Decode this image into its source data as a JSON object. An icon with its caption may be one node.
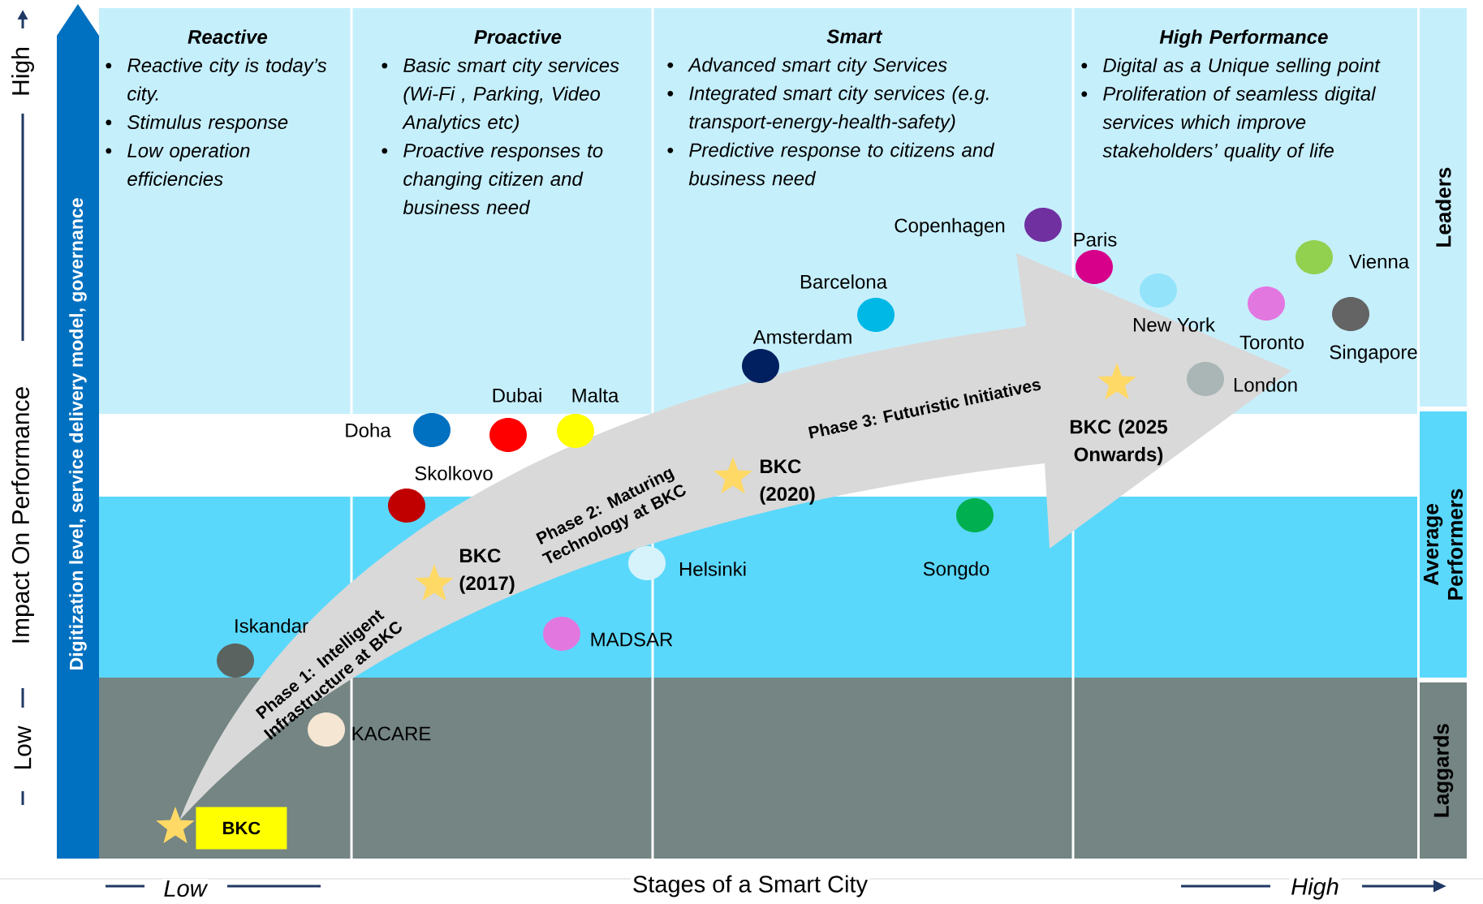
{
  "diagram": {
    "nodes": [
      {
        "text": [
          "Digitization level, service delivery model, governance"
        ]
      },
      {
        "text": [
          "Reactive",
          "Reactive city is today’s city.",
          "Stimulus response",
          "Low operation efficiencies"
        ]
      },
      {
        "text": [
          "Proactive",
          "Basic smart city services (Wi-Fi , Parking, Video Analytics etc)",
          "Proactive responses to changing citizen and business need"
        ]
      },
      {
        "text": [
          "Smart",
          "Advanced smart city Services",
          "Integrated smart city services (e.g. transport-energy-health-safety)",
          "Predictive response to citizens and business need"
        ]
      },
      {
        "text": [
          "High Performance",
          "Digital as a Unique selling point",
          "Proliferation of seamless digital services which improve stakeholders’ quality of life"
        ]
      },
      {
        "text": [
          "Leaders"
        ]
      },
      {
        "text": [
          "Average Performers"
        ]
      },
      {
        "text": [
          "Laggards"
        ]
      },
      {
        "text": [],
        "shape": "star"
      },
      {
        "text": [
          "BKC"
        ]
      },
      {
        "text": [],
        "shape": "star",
        "beside": [
          "BKC (2017)"
        ]
      },
      {
        "text": [],
        "shape": "star",
        "beside": [
          "BKC (2020)"
        ]
      },
      {
        "text": [],
        "shape": "star",
        "beside": [
          "BKC (2025 Onwards)"
        ]
      },
      {
        "text": [],
        "shape": "circle",
        "beside": [
          "Copenhagen"
        ]
      },
      {
        "text": [],
        "shape": "circle",
        "beside": [
          "Paris"
        ]
      },
      {
        "text": [],
        "shape": "circle",
        "beside": [
          "Vienna"
        ]
      },
      {
        "text": [],
        "shape": "circle",
        "beside": [
          "Barcelona"
        ]
      },
      {
        "text": [],
        "shape": "circle",
        "beside": [
          "New York"
        ]
      },
      {
        "text": [],
        "shape": "circle",
        "beside": [
          "Toronto"
        ]
      },
      {
        "text": [],
        "shape": "circle",
        "beside": [
          "Singapore"
        ]
      },
      {
        "text": [],
        "shape": "circle",
        "beside": [
          "Amsterdam"
        ]
      },
      {
        "text": [],
        "shape": "circle",
        "beside": [
          "London"
        ]
      },
      {
        "text": [],
        "shape": "circle",
        "beside": [
          "Dubai"
        ]
      },
      {
        "text": [],
        "shape": "circle",
        "beside": [
          "Malta"
        ]
      },
      {
        "text": [],
        "shape": "circle",
        "beside": [
          "Doha"
        ]
      },
      {
        "text": [],
        "shape": "circle",
        "beside": [
          "Skolkovo"
        ]
      },
      {
        "text": [],
        "shape": "circle",
        "beside": [
          "Songdo"
        ]
      },
      {
        "text": [],
        "shape": "circle",
        "beside": [
          "Helsinki"
        ]
      },
      {
        "text": [],
        "shape": "circle",
        "beside": [
          "Iskandar"
        ]
      },
      {
        "text": [],
        "shape": "circle",
        "beside": [
          "MADSAR"
        ]
      },
      {
        "text": [],
        "shape": "circle",
        "beside": [
          "KACARE"
        ]
      }
    ],
    "labels": [
      "High",
      "Impact  On Performance",
      "Low",
      "Low",
      "Stages of a Smart City",
      "High",
      "Phase 1: Intelligent Infrastructure at BKC",
      "Phase 2: Maturing Technology at BKC",
      "Phase 3: Futuristic Initiatives"
    ]
  }
}
